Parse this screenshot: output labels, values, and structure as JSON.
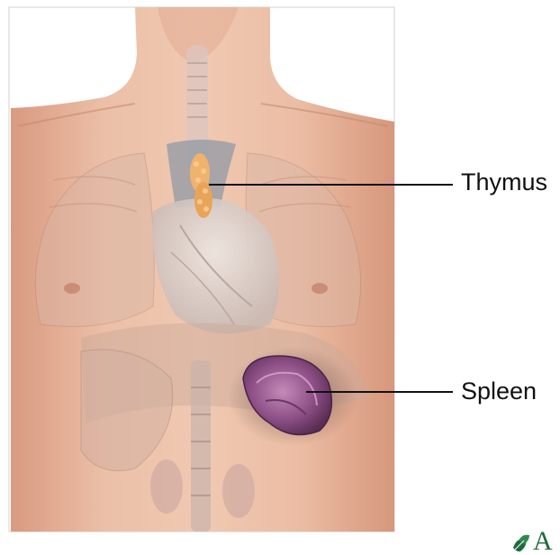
{
  "labels": {
    "thymus": "Thymus",
    "spleen": "Spleen"
  },
  "logo": {
    "text": "A",
    "icon": "leaf-logo-icon"
  },
  "colors": {
    "skin": "#e9b7a0",
    "skin_shadow": "#c98d74",
    "thymus": "#efb36d",
    "spleen": "#8d4f86",
    "leader_line": "#111111",
    "logo_green": "#1e6b3a"
  }
}
